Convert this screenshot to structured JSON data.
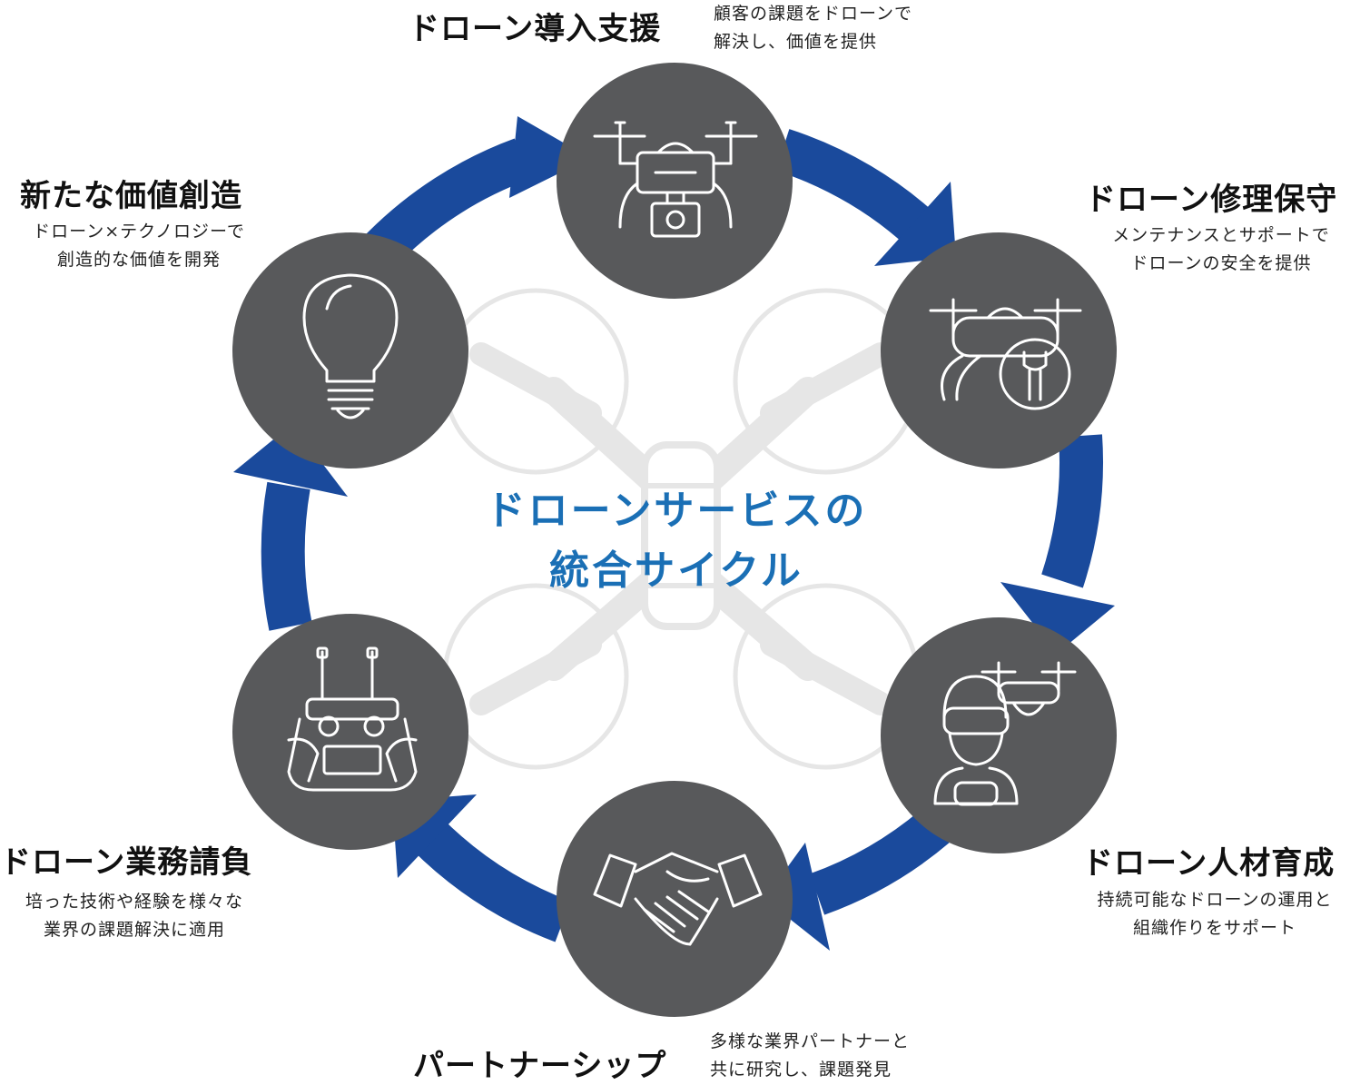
{
  "center": {
    "line1": "ドローンサービスの",
    "line2": "統合サイクル"
  },
  "colors": {
    "circle": "#58595b",
    "arrow": "#1a4a9c",
    "icon_stroke": "#ffffff",
    "center_text": "#1a6fb5",
    "watermark": "#e6e6e6"
  },
  "nodes": [
    {
      "id": "support",
      "title": "ドローン導入支援",
      "desc": [
        "顧客の課題をドローンで",
        "解決し、価値を提供"
      ],
      "icon": "drone-camera-icon"
    },
    {
      "id": "maintenance",
      "title": "ドローン修理保守",
      "desc": [
        "メンテナンスとサポートで",
        "ドローンの安全を提供"
      ],
      "icon": "drone-wrench-icon"
    },
    {
      "id": "training",
      "title": "ドローン人材育成",
      "desc": [
        "持続可能なドローンの運用と",
        "組織作りをサポート"
      ],
      "icon": "vr-pilot-icon"
    },
    {
      "id": "partnership",
      "title": "パートナーシップ",
      "desc": [
        "多様な業界パートナーと",
        "共に研究し、課題発見"
      ],
      "icon": "handshake-icon"
    },
    {
      "id": "contract",
      "title": "ドローン業務請負",
      "desc": [
        "培った技術や経験を様々な",
        "業界の課題解決に適用"
      ],
      "icon": "remote-controller-icon"
    },
    {
      "id": "innovation",
      "title": "新たな価値創造",
      "desc": [
        "ドローン×テクノロジーで",
        "創造的な価値を開発"
      ],
      "icon": "lightbulb-icon"
    }
  ]
}
